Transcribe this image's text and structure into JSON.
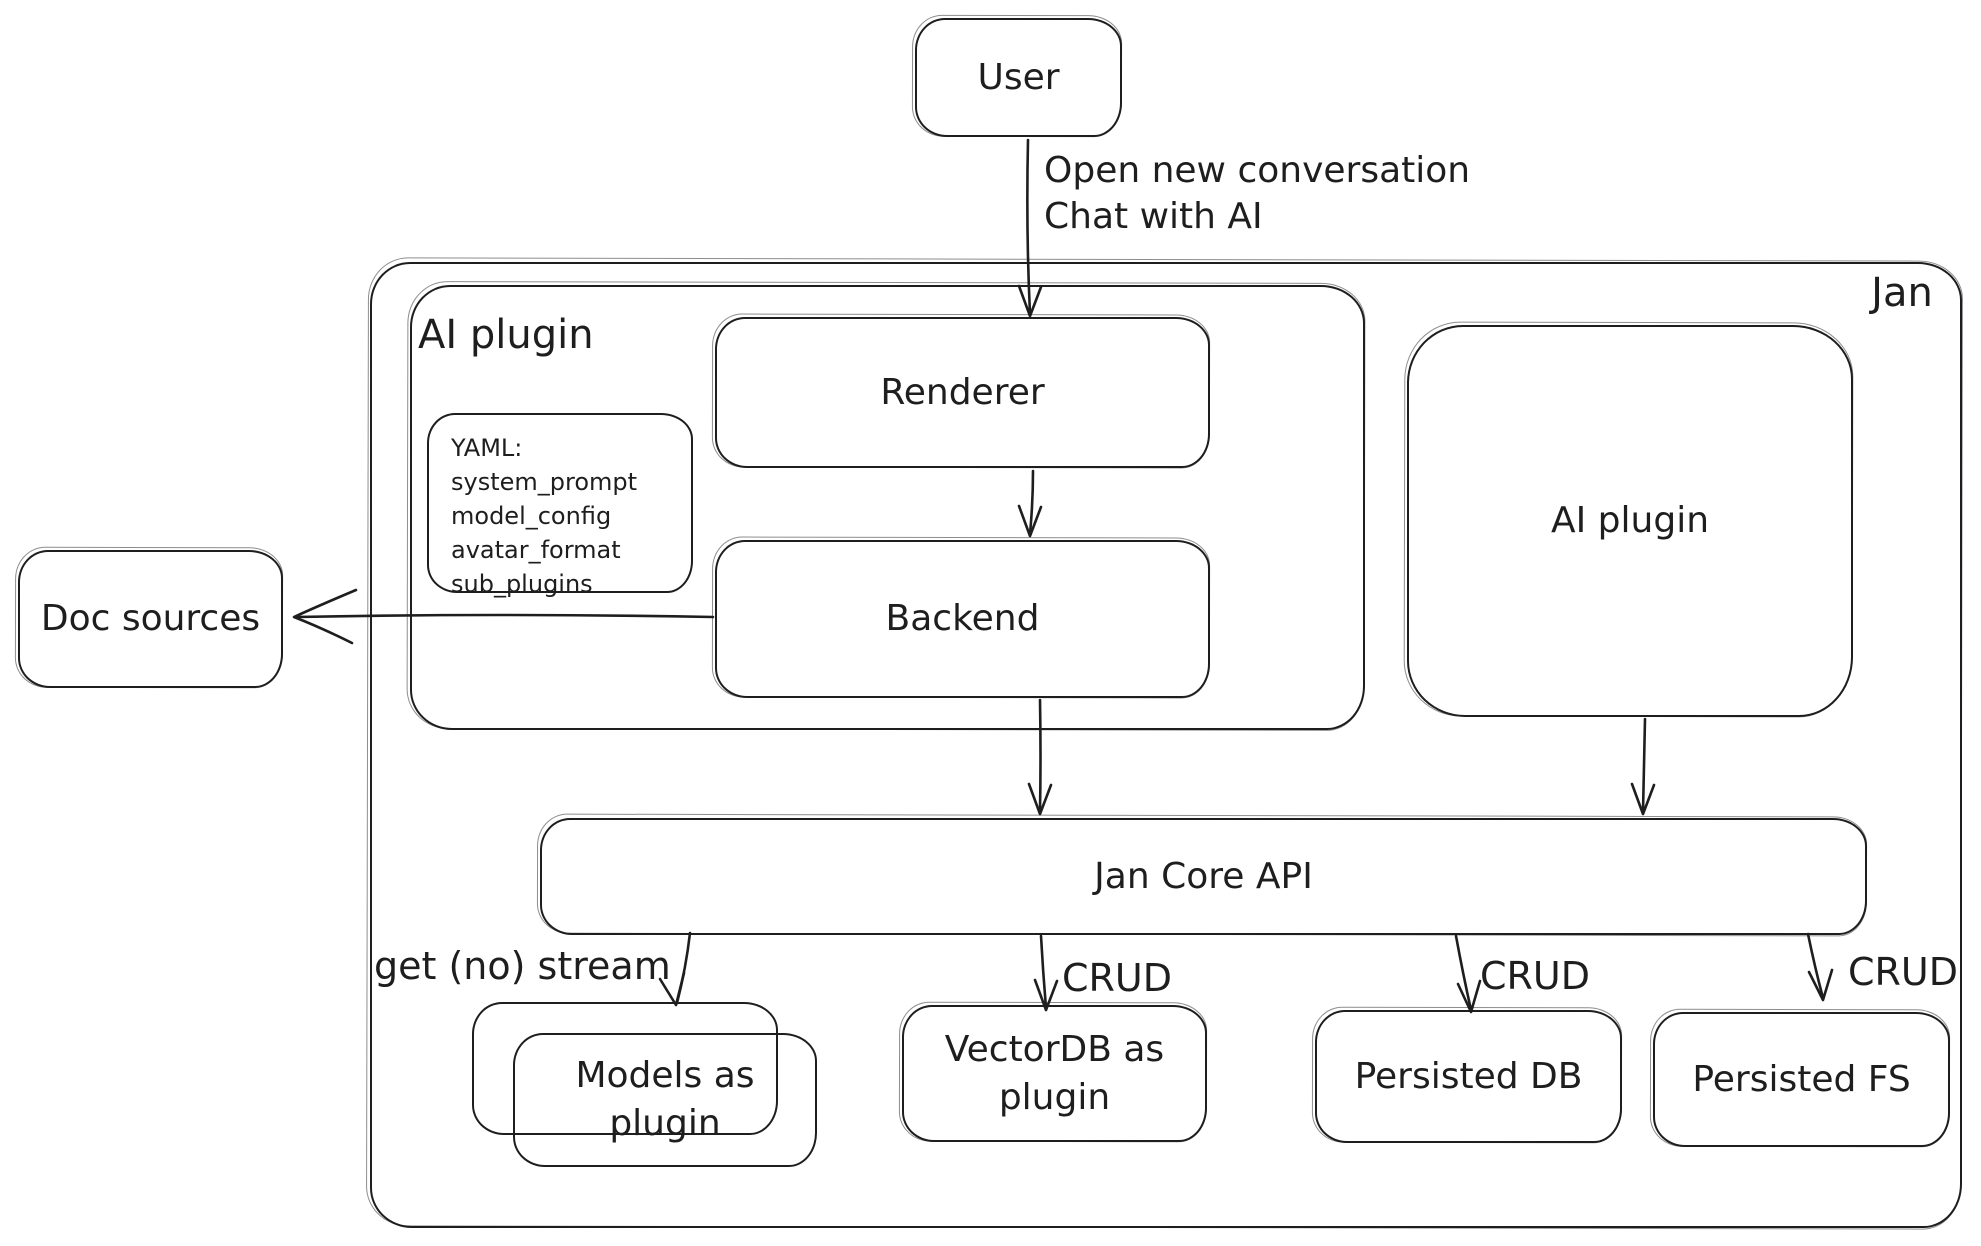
{
  "diagram": {
    "container_label": "Jan",
    "plugin_container_label": "AI plugin",
    "nodes": {
      "user": "User",
      "renderer": "Renderer",
      "backend": "Backend",
      "ai_plugin_right": "AI plugin",
      "doc_sources": "Doc sources",
      "jan_core_api": "Jan Core API",
      "models_as_plugin": "Models as plugin",
      "vectordb_as_plugin": "VectorDB as plugin",
      "persisted_db": "Persisted DB",
      "persisted_fs": "Persisted FS"
    },
    "yaml_note": {
      "lines": [
        "YAML:",
        "system_prompt",
        "model_config",
        "avatar_format",
        "sub_plugins"
      ]
    },
    "edge_labels": {
      "user_flow_line1": "Open new conversation",
      "user_flow_line2": "Chat with AI",
      "models_edge": "get (no) stream",
      "vectordb_edge": "CRUD",
      "persisted_db_edge": "CRUD",
      "persisted_fs_edge": "CRUD"
    },
    "colors": {
      "stroke": "#1e1e1e",
      "background": "#ffffff"
    }
  }
}
